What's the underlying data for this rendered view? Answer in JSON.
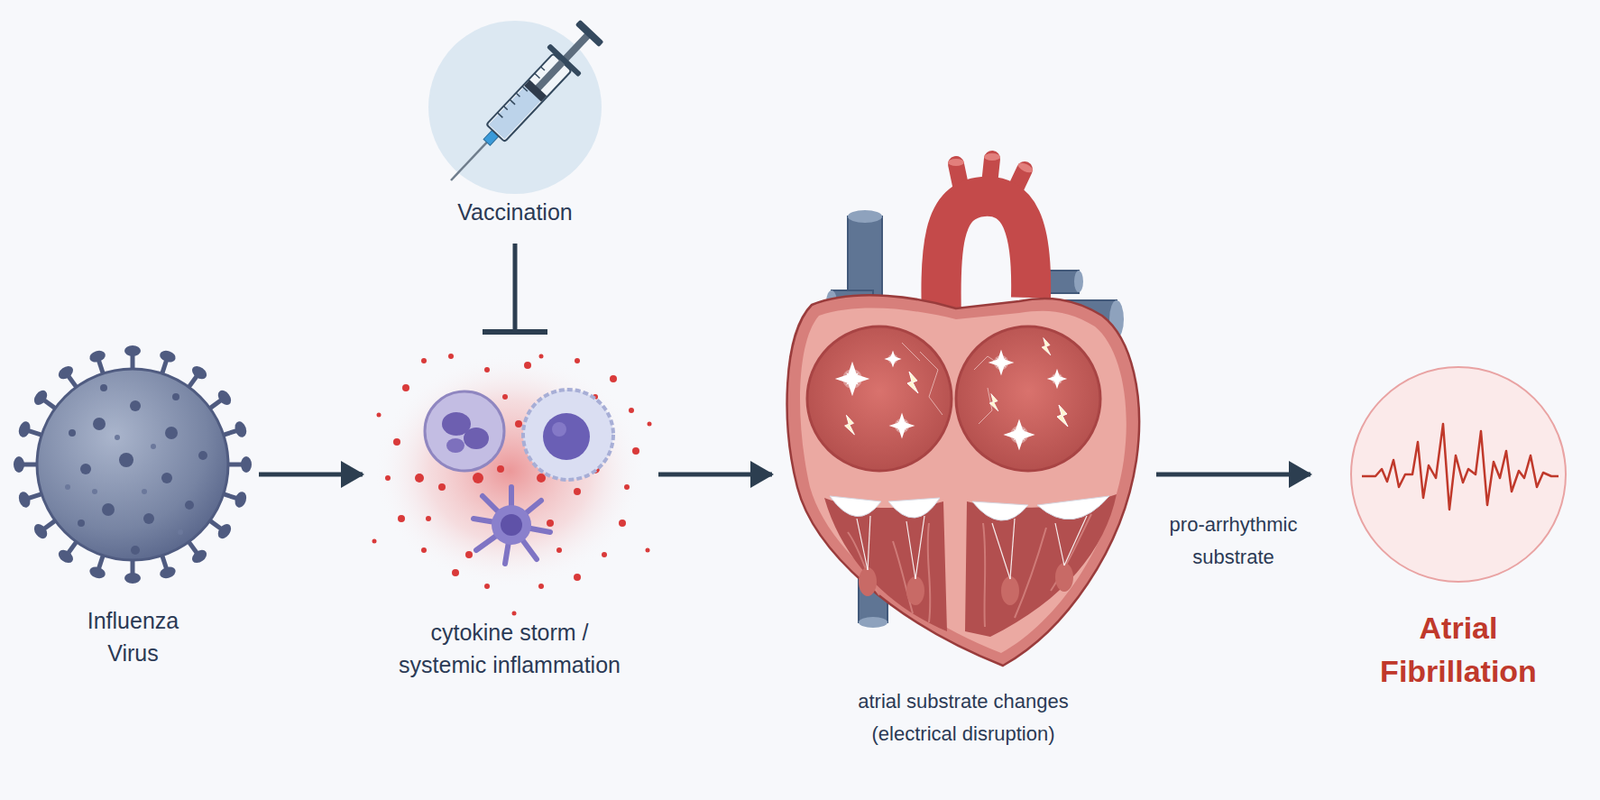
{
  "diagram": {
    "nodes": [
      {
        "text": [
          "Influenza Virus"
        ]
      },
      {
        "text": [
          "Vaccination"
        ]
      },
      {
        "text": [
          "cytokine storm / systemic inflammation"
        ]
      },
      {
        "text": [
          "atrial substrate changes (electrical disruption)"
        ]
      },
      {
        "text": [
          "Atrial Fibrillation"
        ]
      }
    ],
    "edges": [
      {
        "from": 0,
        "to": 2,
        "arrow": "to"
      },
      {
        "from": 1,
        "to": 2,
        "arrow": "to"
      },
      {
        "from": 2,
        "to": 3,
        "arrow": "to"
      },
      {
        "from": 3,
        "to": 4,
        "label": "pro-arrhythmic substrate",
        "arrow": "to"
      }
    ]
  }
}
